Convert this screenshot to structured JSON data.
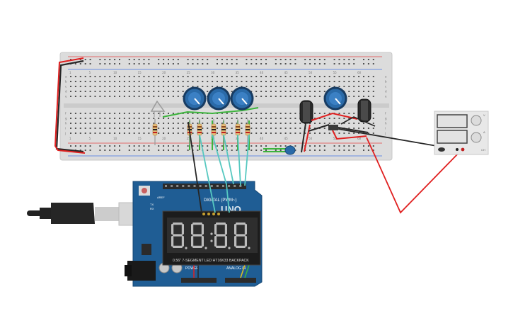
{
  "breadboard": {
    "column_numbers": [
      "1",
      "5",
      "10",
      "15",
      "20",
      "25",
      "30",
      "35",
      "40",
      "45",
      "50",
      "55",
      "60"
    ],
    "row_letters_top": [
      "a",
      "b",
      "c",
      "d",
      "e"
    ],
    "row_letters_bottom": [
      "f",
      "g",
      "h",
      "i",
      "j"
    ]
  },
  "arduino": {
    "board_logo": "UNO",
    "digital_label": "DIGITAL (PWM~)",
    "power_label": "POWER",
    "analog_label": "ANALOG IN",
    "aref_label": "AREF",
    "gnd_label": "GND",
    "tx_label": "TX",
    "rx_label": "RX"
  },
  "display": {
    "digits": [
      "8",
      "8",
      "8",
      "8"
    ],
    "caption": "0.56\" 7-SEGMENT LED HT16K33 BACKPACK"
  },
  "power_supply": {
    "label_v": "V",
    "label_a": "A",
    "label_ch": "CH"
  },
  "colors": {
    "breadboard": "#dcdcdc",
    "arduino": "#1f5d94",
    "wire_red": "#e02020",
    "wire_black": "#262626",
    "wire_green": "#3cb43c",
    "wire_cyan": "#56c8c0",
    "pot_blue": "#2a6aa8"
  }
}
